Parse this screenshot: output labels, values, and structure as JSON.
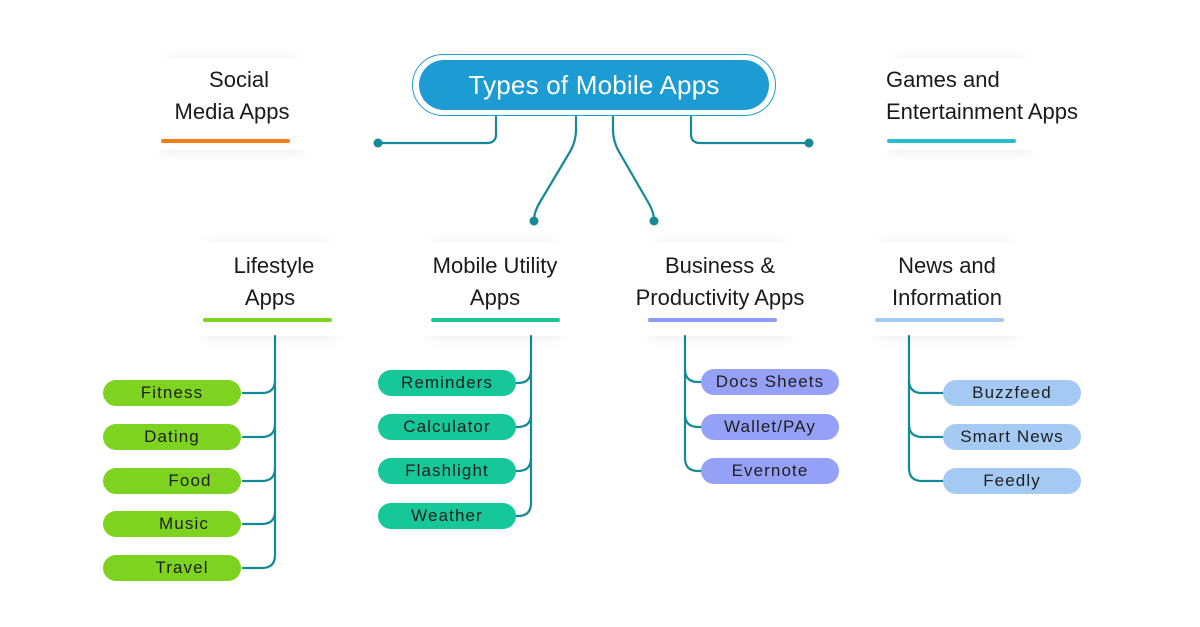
{
  "root": {
    "title": "Types of Mobile Apps"
  },
  "top_categories": [
    {
      "line1": "Social",
      "line2": "Media Apps",
      "color": "#f07c1a"
    },
    {
      "line1": "Games and",
      "line2": "Entertainment Apps",
      "color": "#2bbccb"
    }
  ],
  "categories": [
    {
      "line1": "Lifestyle",
      "line2": "Apps",
      "color": "#7ed321",
      "items": [
        "Fitness",
        "Dating",
        "Food",
        "Music",
        "Travel"
      ]
    },
    {
      "line1": "Mobile Utility",
      "line2": "Apps",
      "color": "#16c79a",
      "items": [
        "Reminders",
        "Calculator",
        "Flashlight",
        "Weather"
      ]
    },
    {
      "line1": "Business &",
      "line2": "Productivity Apps",
      "color": "#8d9af5",
      "items": [
        "Docs Sheets",
        "Wallet/PAy",
        "Evernote"
      ]
    },
    {
      "line1": "News and",
      "line2": "Information",
      "color": "#a4caf3",
      "items": [
        "Buzzfeed",
        "Smart News",
        "Feedly"
      ]
    }
  ],
  "colors": {
    "connector": "#138a96",
    "root": "#1d9bd3"
  }
}
